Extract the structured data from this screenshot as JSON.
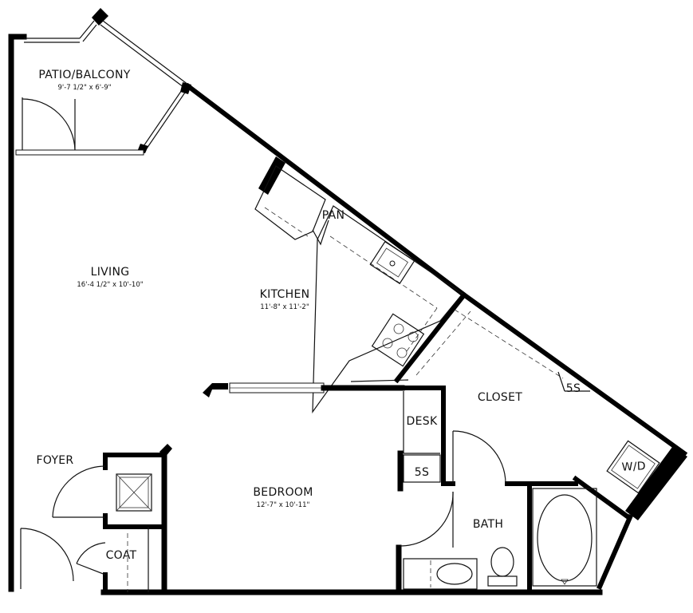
{
  "rooms": {
    "patio": {
      "name": "PATIO/BALCONY",
      "dims": "9'-7 1/2\" x 6'-9\""
    },
    "living": {
      "name": "LIVING",
      "dims": "16'-4 1/2\" x 10'-10\""
    },
    "kitchen": {
      "name": "KITCHEN",
      "dims": "11'-8\" x 11'-2\""
    },
    "pantry": {
      "name": "PAN"
    },
    "closet": {
      "name": "CLOSET"
    },
    "closet_shelf": {
      "name": "5S"
    },
    "washer_dryer": {
      "name": "W/D"
    },
    "desk": {
      "name": "DESK"
    },
    "bedroom_shelf": {
      "name": "5S"
    },
    "bedroom": {
      "name": "BEDROOM",
      "dims": "12'-7\" x 10'-11\""
    },
    "bath": {
      "name": "BATH"
    },
    "foyer": {
      "name": "FOYER"
    },
    "coat": {
      "name": "COAT"
    }
  }
}
